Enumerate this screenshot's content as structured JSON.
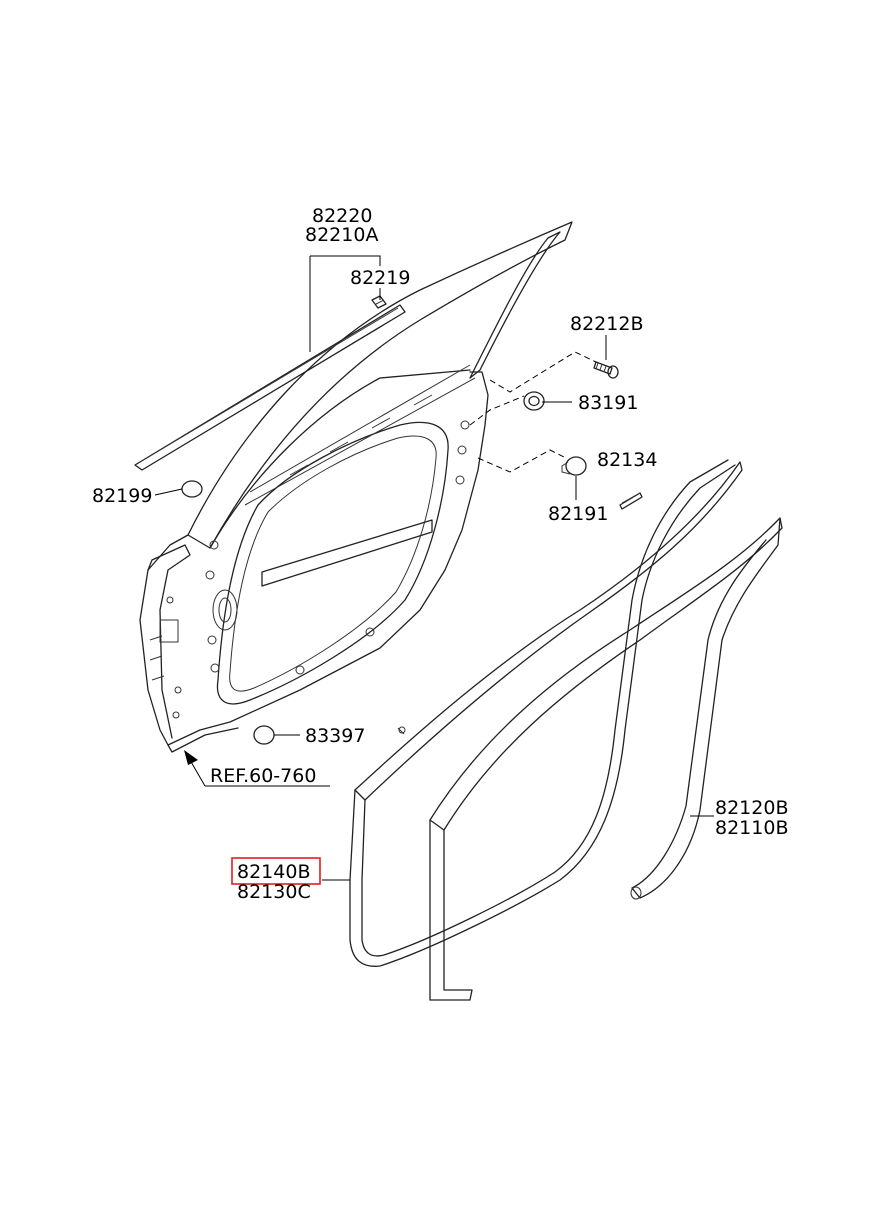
{
  "labels": {
    "p82220": "82220",
    "p82210A": "82210A",
    "p82219": "82219",
    "p82212B": "82212B",
    "p83191": "83191",
    "p82134": "82134",
    "p82191": "82191",
    "p82199": "82199",
    "p83397": "83397",
    "ref": "REF.60-760",
    "p82120B": "82120B",
    "p82110B": "82110B",
    "p82140B": "82140B",
    "p82130C": "82130C"
  },
  "highlight": {
    "part": "82140B",
    "color": "#e02020"
  }
}
